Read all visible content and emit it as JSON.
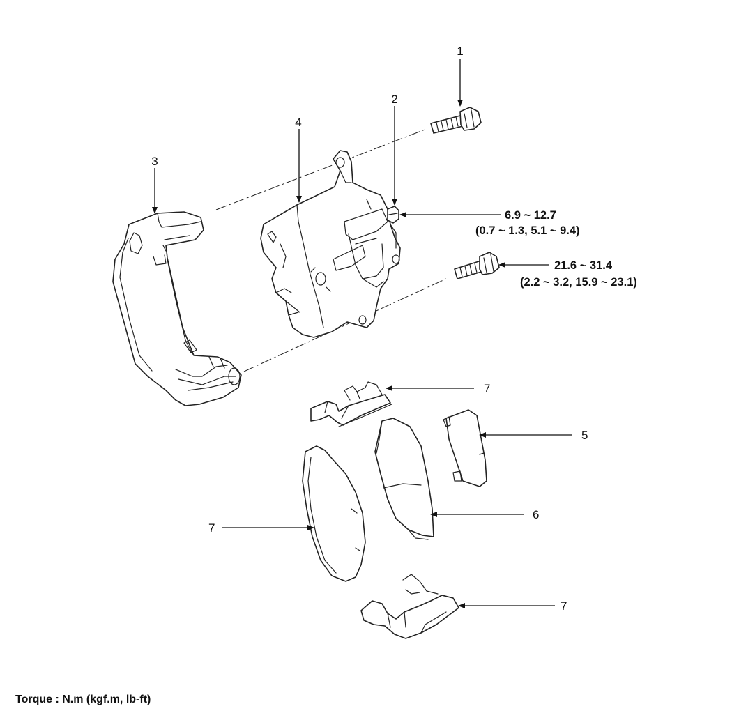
{
  "callouts": {
    "c1": "1",
    "c2": "2",
    "c3": "3",
    "c4": "4",
    "c5": "5",
    "c6": "6",
    "c7a": "7",
    "c7b": "7",
    "c7c": "7"
  },
  "torque": {
    "guide_rod_bolt_main": "6.9 ~ 12.7",
    "guide_rod_bolt_alt": "(0.7 ~ 1.3, 5.1 ~ 9.4)",
    "mounting_bolt_main": "21.6 ~ 31.4",
    "mounting_bolt_alt": "(2.2 ~ 3.2, 15.9 ~ 23.1)"
  },
  "footnote": "Torque : N.m (kgf.m, lb-ft)"
}
